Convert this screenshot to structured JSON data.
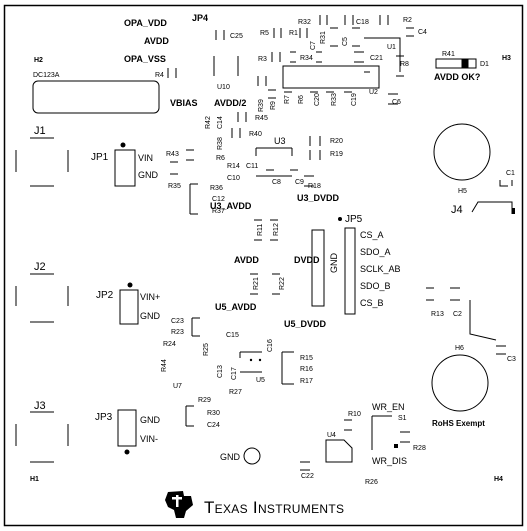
{
  "silkscreen": {
    "title_left": "OPA_VDD",
    "avdd_top": "AVDD",
    "opa_vss": "OPA_VSS",
    "jp4": "JP4",
    "h2": "H2",
    "h3": "H3",
    "battery": "DC123A",
    "vbias": "VBIAS",
    "avdd_half": "AVDD/2",
    "avdd_ok": "AVDD OK?",
    "d1": "D1",
    "r41": "R41",
    "j1": "J1",
    "jp1": "JP1",
    "jp1_vin": "VIN",
    "jp1_gnd": "GND",
    "j2": "J2",
    "jp2": "JP2",
    "jp2_vinp": "VIN+",
    "jp2_gnd": "GND",
    "j3": "J3",
    "jp3": "JP3",
    "jp3_gnd": "GND",
    "jp3_vinm": "VIN-",
    "u3_avdd": "U3_AVDD",
    "u3_dvdd": "U3_DVDD",
    "avdd_mid": "AVDD",
    "dvdd_mid": "DVDD",
    "u5_avdd": "U5_AVDD",
    "u5_dvdd": "U5_DVDD",
    "jp5": "JP5",
    "jp5_gnd": "GND",
    "cs_a": "CS_A",
    "sdo_a": "SDO_A",
    "sclk_ab": "SCLK_AB",
    "sdo_b": "SDO_B",
    "cs_b": "CS_B",
    "h5": "H5",
    "h6": "H6",
    "j4": "J4",
    "c1": "C1",
    "c2": "C2",
    "c3": "C3",
    "r13": "R13",
    "rohs": "RoHS Exempt",
    "wr_en": "WR_EN",
    "wr_dis": "WR_DIS",
    "s1": "S1",
    "r10": "R10",
    "r28": "R28",
    "r26": "R26",
    "u4": "U4",
    "c22": "C22",
    "gnd_tp": "GND",
    "h1": "H1",
    "h4": "H4",
    "logo_text": "Texas Instruments",
    "refs": {
      "c25": "C25",
      "r5": "R5",
      "r1": "R1",
      "r32": "R32",
      "c18": "C18",
      "r2": "R2",
      "c4": "C4",
      "r31": "R31",
      "c7": "C7",
      "c5": "C5",
      "u1": "U1",
      "r3": "R3",
      "r34": "R34",
      "c21": "C21",
      "r8": "R8",
      "r4": "R4",
      "u10": "U10",
      "r39": "R39",
      "r9": "R9",
      "r7": "R7",
      "r6": "R6",
      "c20": "C20",
      "r33": "R33",
      "c19": "C19",
      "u2": "U2",
      "c6": "C6",
      "r42": "R42",
      "c14": "C14",
      "r45": "R45",
      "r38": "R38",
      "r40": "R40",
      "u3": "U3",
      "r20": "R20",
      "r19": "R19",
      "r43": "R43",
      "r6b": "R6",
      "r14": "R14",
      "c10": "C10",
      "c11": "C11",
      "c8": "C8",
      "c9": "C9",
      "r18": "R18",
      "r35": "R35",
      "r36": "R36",
      "c12": "C12",
      "r37": "R37",
      "r11": "R11",
      "r12": "R12",
      "r22": "R22",
      "r21": "R21",
      "c23": "C23",
      "r23": "R23",
      "r24": "R24",
      "c15": "C15",
      "c16": "C16",
      "r25": "R25",
      "c13": "C13",
      "c17": "C17",
      "u5": "U5",
      "r44": "R44",
      "u7": "U7",
      "r27": "R27",
      "r15": "R15",
      "r16": "R16",
      "r17": "R17",
      "r29": "R29",
      "r30": "R30",
      "c24": "C24"
    }
  }
}
